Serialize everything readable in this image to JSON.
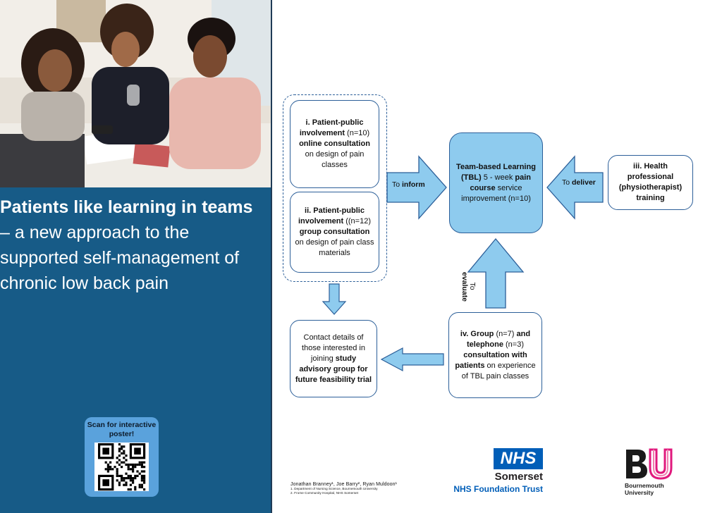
{
  "poster": {
    "title_bold": "Patients like learning in teams",
    "title_rest": " – a new approach to the supported self-management of chronic low back pain",
    "qr_label": "Scan for interactive poster!"
  },
  "diagram": {
    "box_i": {
      "num": "i. ",
      "bold1": "Patient-public involvement",
      "plain1": " (n=10) ",
      "bold2": "online consultation",
      "plain2": " on design of pain classes"
    },
    "box_ii": {
      "num": "ii. ",
      "bold1": "Patient-public involvement",
      "plain1": " ((n=12) ",
      "bold2": "group consultation",
      "plain2": " on design of pain class materials"
    },
    "box_center": {
      "bold1": "Team-based Learning (TBL)",
      "plain1": " 5 - week ",
      "bold2": "pain course",
      "plain2": " service improvement (n=10)"
    },
    "box_iii": {
      "text": "iii. Health professional (physiotherapist) training"
    },
    "box_iv": {
      "bold1": "iv. Group",
      "plain1": " (n=7) ",
      "bold2": "and telephone",
      "plain2": " (n=3) ",
      "bold3": "consultation with patients",
      "plain3": " on experience of TBL pain classes"
    },
    "box_contact": {
      "plain1": "Contact details of those interested in joining ",
      "bold1": "study advisory group for future feasibility trial"
    },
    "arrow_inform": {
      "prefix": "To ",
      "bold": "inform"
    },
    "arrow_deliver": {
      "prefix": "To ",
      "bold": "deliver"
    },
    "arrow_evaluate": {
      "prefix": "To ",
      "bold": "evaluate"
    }
  },
  "footer": {
    "authors": "Jonathan Branney¹, Joe Barry², Ryan Muldoon¹",
    "affil1": "1. Department of Nursing Science, Bournemouth University",
    "affil2": "2. Frome Community Hospital, NHS Somerset",
    "nhs_logo": "NHS",
    "nhs_place": "Somerset",
    "nhs_trust": "NHS Foundation Trust",
    "bu_logo": "BU",
    "bu_name_1": "Bournemouth",
    "bu_name_2": "University"
  },
  "colors": {
    "left_panel": "#175b87",
    "box_border": "#2c5f99",
    "center_box": "#8ecbee",
    "arrow_fill": "#8ecbee",
    "qr_card": "#5aa2dc",
    "nhs_blue": "#005eb8",
    "bu_pink": "#e0197d"
  }
}
